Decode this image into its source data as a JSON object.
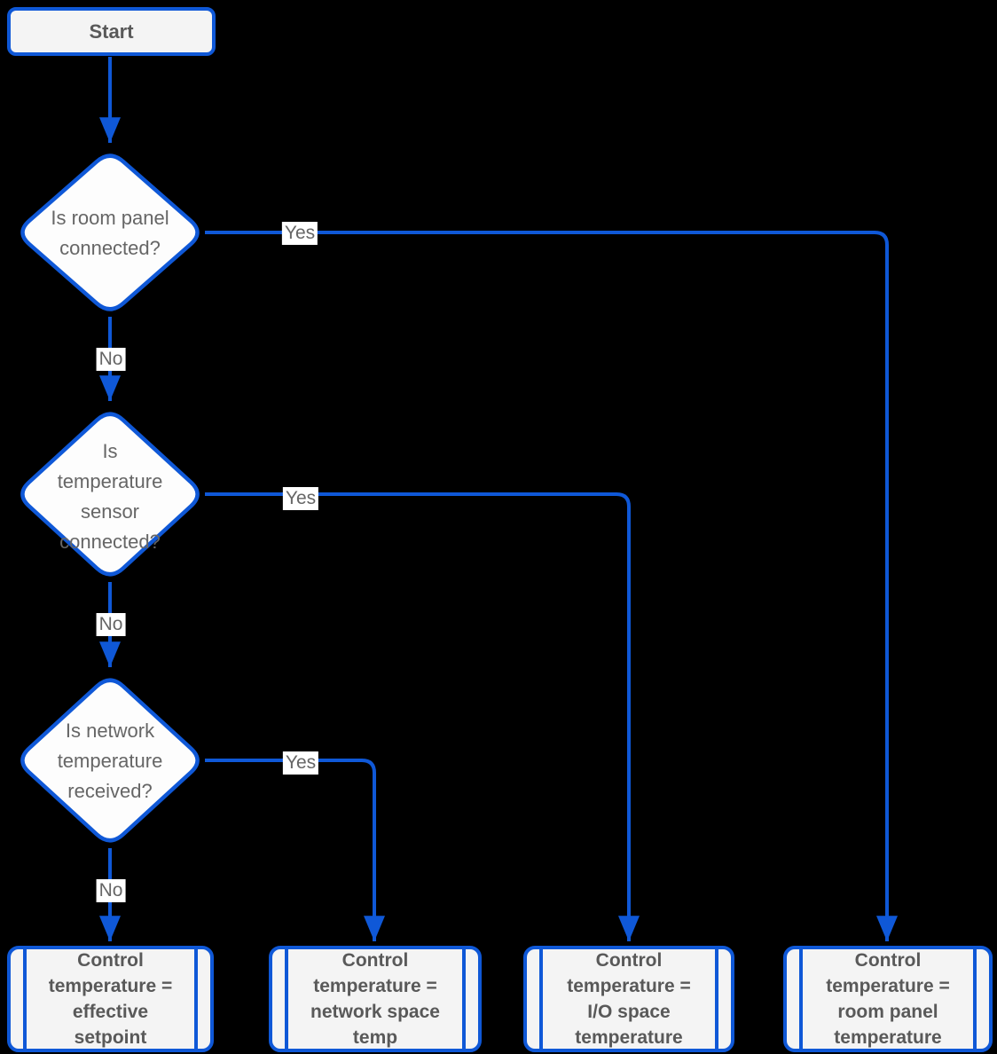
{
  "colors": {
    "accent": "#0f58d7",
    "node_fill": "#f4f4f4",
    "diamond_fill": "#fdfdfd",
    "bold_text": "#595959",
    "regular_text": "#666666",
    "background": "#000000"
  },
  "nodes": {
    "start": {
      "label": "Start"
    },
    "decisions": [
      {
        "label": "Is room panel\nconnected?"
      },
      {
        "label": "Is\ntemperature\nsensor\nconnected?"
      },
      {
        "label": "Is network\ntemperature\nreceived?"
      }
    ],
    "outcomes": [
      {
        "label": "Control\ntemperature =\neffective\nsetpoint"
      },
      {
        "label": "Control\ntemperature =\nnetwork space\ntemp"
      },
      {
        "label": "Control\ntemperature =\nI/O space\ntemperature"
      },
      {
        "label": "Control\ntemperature =\nroom panel\ntemperature"
      }
    ]
  },
  "edge_labels": {
    "yes": "Yes",
    "no": "No"
  }
}
